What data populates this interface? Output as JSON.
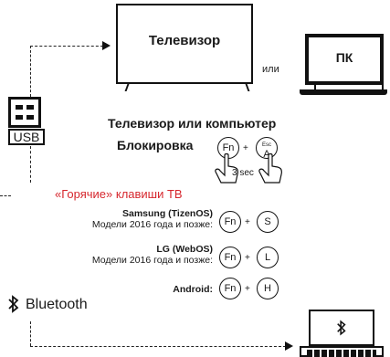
{
  "tv": {
    "label": "Телевизор"
  },
  "pc": {
    "label": "ПК"
  },
  "or_text": "или",
  "usb": {
    "label": "USB"
  },
  "tv_or_pc_title": "Телевизор или компьютер",
  "lock": {
    "label": "Блокировка",
    "key1": "Fn",
    "key2_top": "Esc",
    "key2_main": "A",
    "hold_time": "3 sec"
  },
  "hotkeys_title": "«Горячие» клавиши ТВ",
  "rows": [
    {
      "title": "Samsung (TizenOS)",
      "subtitle": "Модели 2016 года и позже:",
      "key1": "Fn",
      "key2": "S"
    },
    {
      "title": "LG (WebOS)",
      "subtitle": "Модели 2016 года и позже:",
      "key1": "Fn",
      "key2": "L"
    },
    {
      "title": "Android:",
      "subtitle": "",
      "key1": "Fn",
      "key2": "H"
    }
  ],
  "plus_sign": "+",
  "bluetooth": {
    "label": "Bluetooth",
    "icon": "bluetooth-icon"
  }
}
